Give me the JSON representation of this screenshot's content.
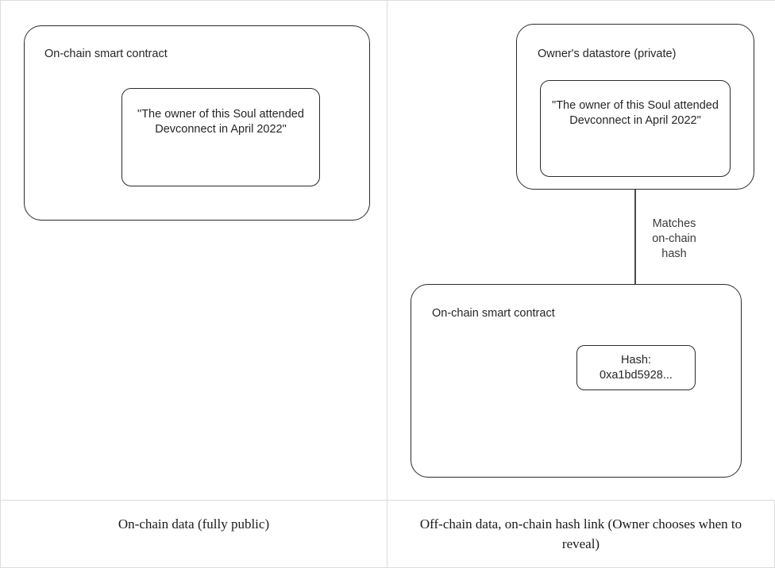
{
  "diagram": {
    "type": "two-column-comparison",
    "left_panel": {
      "outer_box": {
        "title": "On-chain smart contract",
        "inner_box": {
          "text": "\"The owner of this Soul attended Devconnect in April 2022\""
        }
      },
      "caption": "On-chain data (fully public)"
    },
    "right_panel": {
      "top_box": {
        "title": "Owner's datastore (private)",
        "inner_box": {
          "text": "\"The owner of this Soul attended Devconnect in April 2022\""
        }
      },
      "bottom_box": {
        "title": "On-chain smart contract",
        "inner_box": {
          "line1": "Hash:",
          "line2": "0xa1bd5928..."
        }
      },
      "connector": {
        "label": "Matches\non-chain\nhash",
        "style": "double-headed-vertical-arrow"
      },
      "caption": "Off-chain data, on-chain hash link (Owner chooses when to reveal)"
    }
  },
  "colors": {
    "stroke": "#2b2b2b",
    "text": "#262626",
    "caption_text": "#1a1a1a",
    "table_border": "#dcdcdc",
    "background": "#ffffff"
  }
}
